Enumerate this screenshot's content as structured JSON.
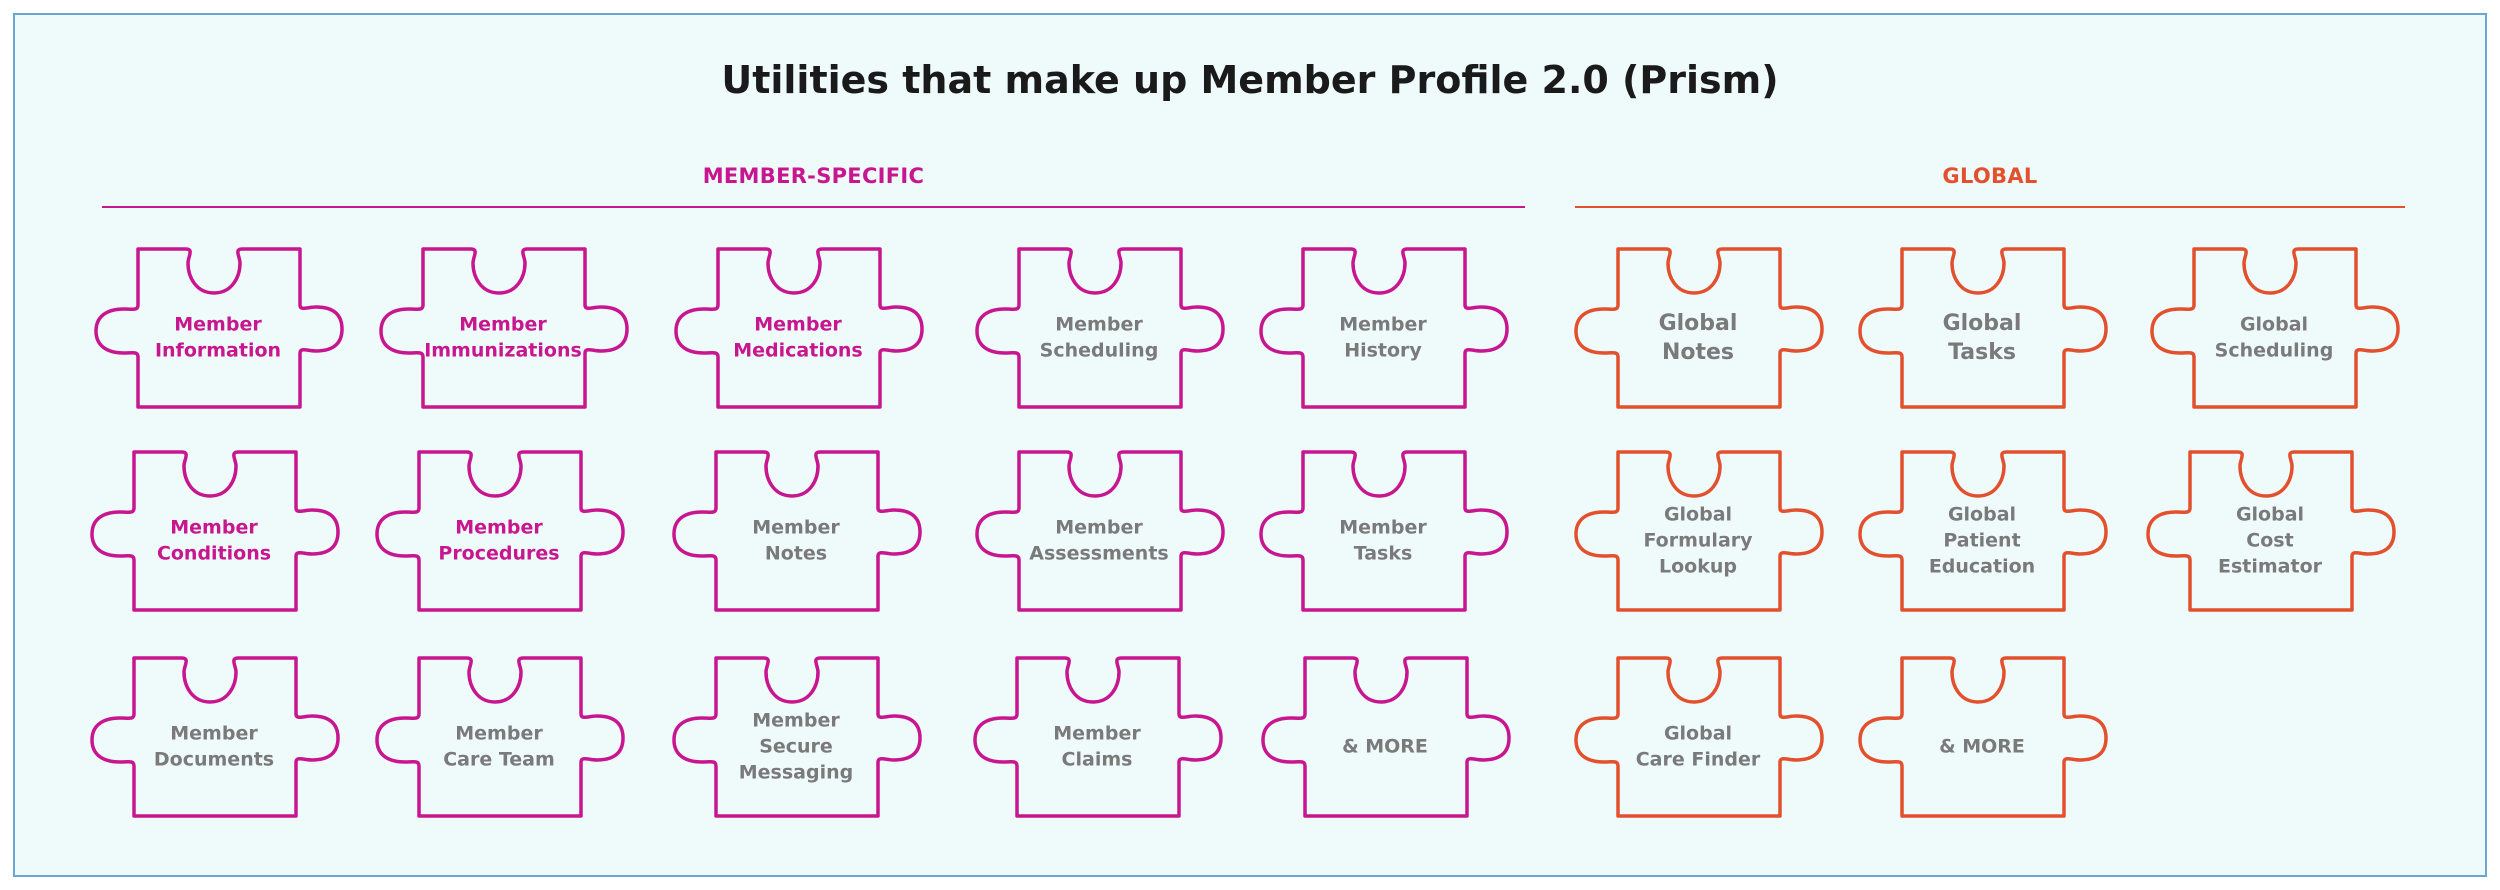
{
  "title": "Utilities that make up Member Profile 2.0 (Prism)",
  "colors": {
    "member": "#c7168f",
    "global": "#e2502e",
    "grey_text": "#7a7a7a",
    "background": "#effafb",
    "frame_border": "#6aa6cf"
  },
  "sections": {
    "member": {
      "label": "MEMBER-SPECIFIC"
    },
    "global": {
      "label": "GLOBAL"
    }
  },
  "pieces": [
    {
      "id": "member-information",
      "section": "member",
      "highlighted": true,
      "lines": [
        "Member",
        "Information"
      ]
    },
    {
      "id": "member-immunizations",
      "section": "member",
      "highlighted": true,
      "lines": [
        "Member",
        "Immunizations"
      ]
    },
    {
      "id": "member-medications",
      "section": "member",
      "highlighted": true,
      "lines": [
        "Member",
        "Medications"
      ]
    },
    {
      "id": "member-scheduling",
      "section": "member",
      "highlighted": false,
      "lines": [
        "Member",
        "Scheduling"
      ]
    },
    {
      "id": "member-history",
      "section": "member",
      "highlighted": false,
      "lines": [
        "Member",
        "History"
      ]
    },
    {
      "id": "global-notes",
      "section": "global",
      "highlighted": false,
      "large": true,
      "lines": [
        "Global",
        "Notes"
      ]
    },
    {
      "id": "global-tasks",
      "section": "global",
      "highlighted": false,
      "large": true,
      "lines": [
        "Global",
        "Tasks"
      ]
    },
    {
      "id": "global-scheduling",
      "section": "global",
      "highlighted": false,
      "lines": [
        "Global",
        "Scheduling"
      ]
    },
    {
      "id": "member-conditions",
      "section": "member",
      "highlighted": true,
      "lines": [
        "Member",
        "Conditions"
      ]
    },
    {
      "id": "member-procedures",
      "section": "member",
      "highlighted": true,
      "lines": [
        "Member",
        "Procedures"
      ]
    },
    {
      "id": "member-notes",
      "section": "member",
      "highlighted": false,
      "lines": [
        "Member",
        "Notes"
      ]
    },
    {
      "id": "member-assessments",
      "section": "member",
      "highlighted": false,
      "lines": [
        "Member",
        "Assessments"
      ]
    },
    {
      "id": "member-tasks",
      "section": "member",
      "highlighted": false,
      "lines": [
        "Member",
        "Tasks"
      ]
    },
    {
      "id": "global-formulary-lookup",
      "section": "global",
      "highlighted": false,
      "lines": [
        "Global",
        "Formulary",
        "Lookup"
      ]
    },
    {
      "id": "global-patient-education",
      "section": "global",
      "highlighted": false,
      "lines": [
        "Global",
        "Patient",
        "Education"
      ]
    },
    {
      "id": "global-cost-estimator",
      "section": "global",
      "highlighted": false,
      "lines": [
        "Global",
        "Cost",
        "Estimator"
      ]
    },
    {
      "id": "member-documents",
      "section": "member",
      "highlighted": false,
      "lines": [
        "Member",
        "Documents"
      ]
    },
    {
      "id": "member-care-team",
      "section": "member",
      "highlighted": false,
      "lines": [
        "Member",
        "Care Team"
      ]
    },
    {
      "id": "member-secure-messaging",
      "section": "member",
      "highlighted": false,
      "lines": [
        "Member",
        "Secure",
        "Messaging"
      ]
    },
    {
      "id": "member-claims",
      "section": "member",
      "highlighted": false,
      "lines": [
        "Member",
        "Claims"
      ]
    },
    {
      "id": "member-more",
      "section": "member",
      "highlighted": false,
      "lines": [
        "& MORE"
      ]
    },
    {
      "id": "global-care-finder",
      "section": "global",
      "highlighted": false,
      "lines": [
        "Global",
        "Care Finder"
      ]
    },
    {
      "id": "global-more",
      "section": "global",
      "highlighted": false,
      "lines": [
        "& MORE"
      ]
    }
  ]
}
